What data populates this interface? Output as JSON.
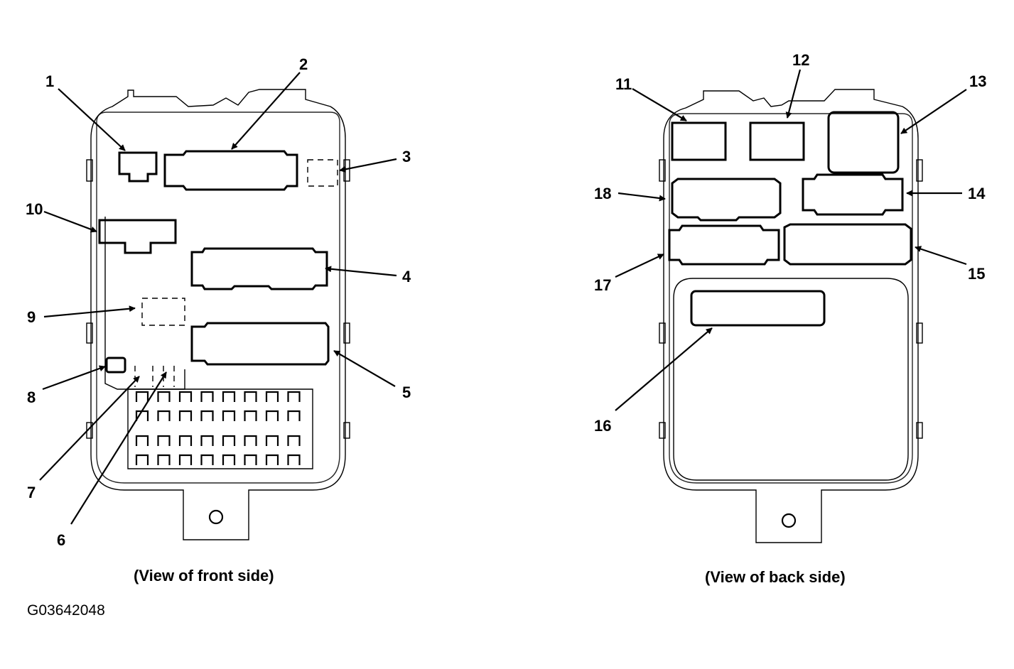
{
  "front_view": {
    "caption": "(View of front side)",
    "callouts": [
      "1",
      "2",
      "3",
      "4",
      "5",
      "6",
      "7",
      "8",
      "9",
      "10"
    ]
  },
  "back_view": {
    "caption": "(View of back side)",
    "callouts": [
      "11",
      "12",
      "13",
      "14",
      "15",
      "16",
      "17",
      "18"
    ]
  },
  "figure_code": "G03642048"
}
